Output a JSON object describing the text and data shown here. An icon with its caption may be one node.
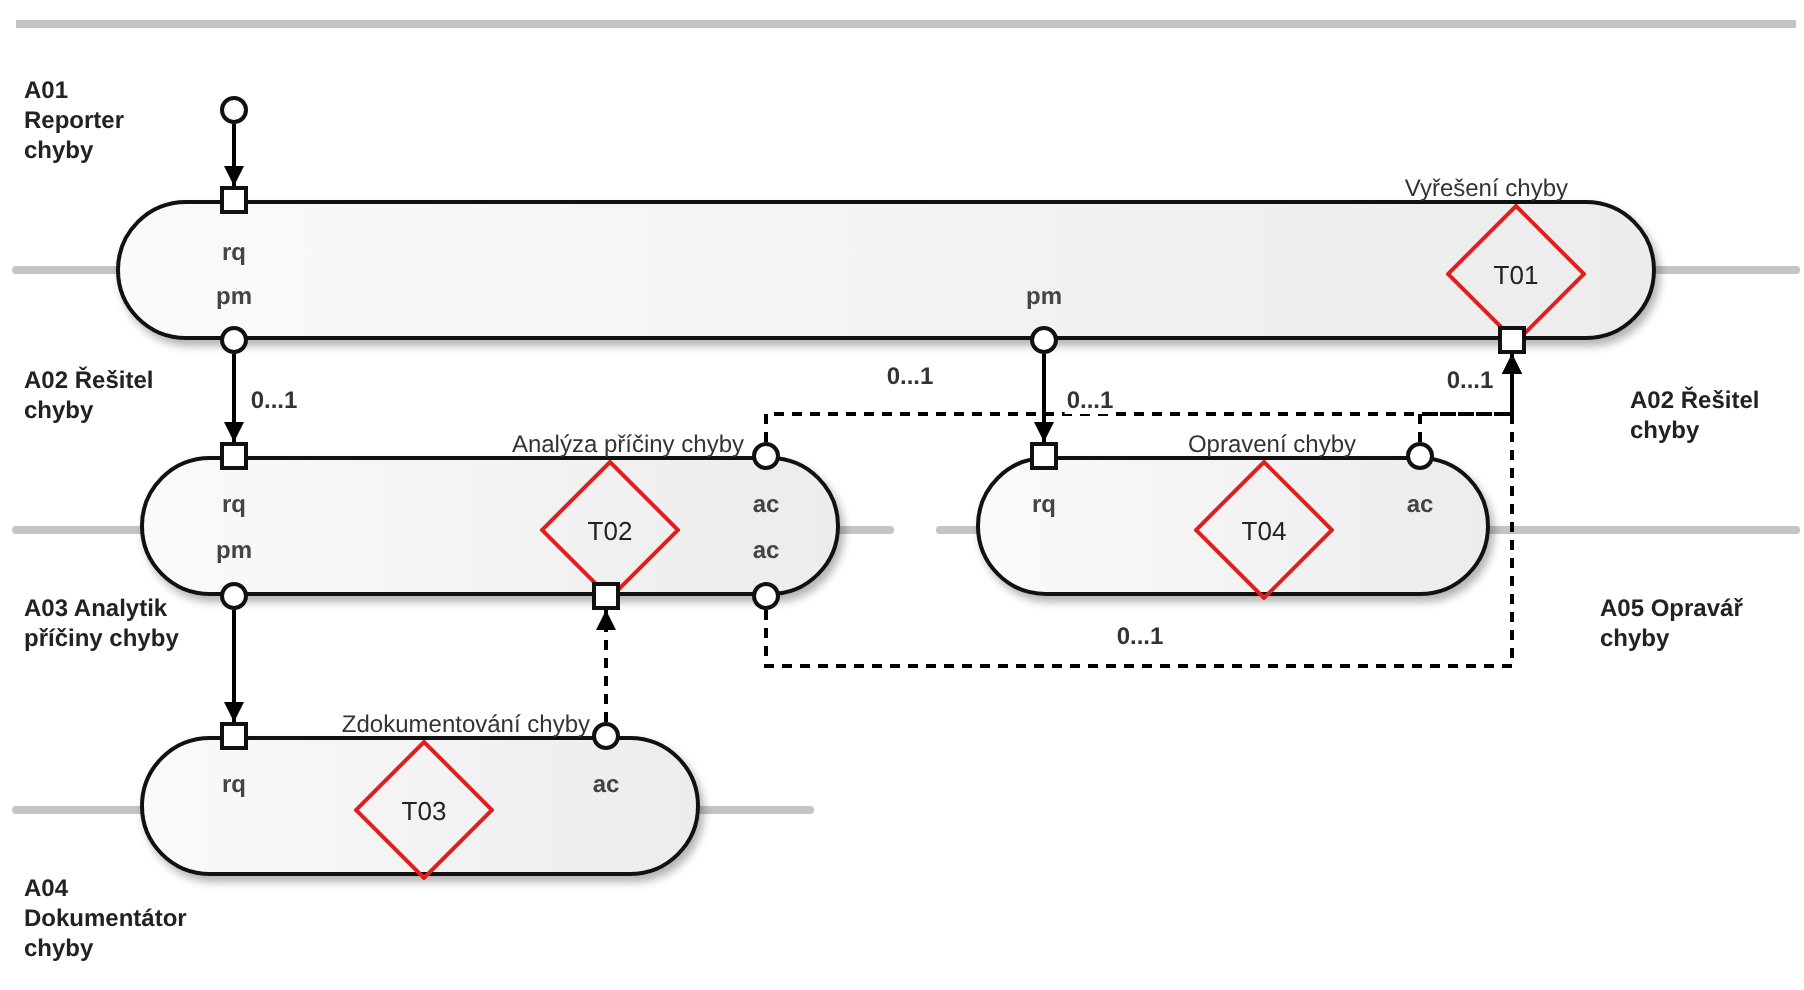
{
  "diagram": {
    "nodes": [
      {
        "text": [],
        "shape": "circle"
      },
      {
        "text": [
          "Vyřešení chyby"
        ]
      },
      {
        "text": [],
        "shape": "box",
        "beside": [
          "rq"
        ]
      },
      {
        "text": [
          "T01"
        ],
        "in": 1
      },
      {
        "text": [],
        "shape": "circle",
        "beside": [
          "pm"
        ]
      },
      {
        "text": [],
        "shape": "circle",
        "beside": [
          "pm"
        ]
      },
      {
        "text": [],
        "shape": "box"
      },
      {
        "text": [
          "Analýza příčiny chyby"
        ]
      },
      {
        "text": [],
        "shape": "box",
        "beside": [
          "rq"
        ]
      },
      {
        "text": [],
        "shape": "circle",
        "beside": [
          "ac"
        ]
      },
      {
        "text": [
          "T02"
        ],
        "in": 7
      },
      {
        "text": [],
        "shape": "circle",
        "beside": [
          "pm"
        ]
      },
      {
        "text": [],
        "shape": "box"
      },
      {
        "text": [],
        "shape": "circle",
        "beside": [
          "ac"
        ]
      },
      {
        "text": [
          "Opravení chyby"
        ]
      },
      {
        "text": [],
        "shape": "box",
        "beside": [
          "rq"
        ]
      },
      {
        "text": [],
        "shape": "circle",
        "beside": [
          "ac"
        ]
      },
      {
        "text": [
          "T04"
        ],
        "in": 14
      },
      {
        "text": [
          "Zdokumentování chyby"
        ]
      },
      {
        "text": [],
        "shape": "box",
        "beside": [
          "rq"
        ]
      },
      {
        "text": [],
        "shape": "circle",
        "beside": [
          "ac"
        ]
      },
      {
        "text": [
          "T03"
        ],
        "in": 18
      }
    ],
    "edges": [
      {
        "from": 0,
        "to": 2,
        "arrow": "to"
      },
      {
        "from": 4,
        "to": 8,
        "arrow": "to",
        "label": "0...1"
      },
      {
        "from": 5,
        "to": 15,
        "arrow": "to",
        "label": "0...1"
      },
      {
        "from": 9,
        "to": 6,
        "arrow": "to",
        "style": "dashed",
        "label": "0...1"
      },
      {
        "from": 16,
        "to": 6,
        "arrow": "to",
        "style": "dashed",
        "label": "0...1"
      },
      {
        "from": 13,
        "to": 6,
        "arrow": "to",
        "style": "dashed",
        "label": "0...1"
      },
      {
        "from": 11,
        "to": 19,
        "arrow": "to"
      },
      {
        "from": 20,
        "to": 12,
        "arrow": "to",
        "style": "dashed"
      }
    ],
    "labels": [
      "A01 Reporter chyby",
      "A02 Řešitel chyby",
      "A02 Řešitel chyby",
      "A03 Analytik příčiny chyby",
      "A05 Opravář chyby",
      "A04 Dokumentátor chyby"
    ]
  }
}
